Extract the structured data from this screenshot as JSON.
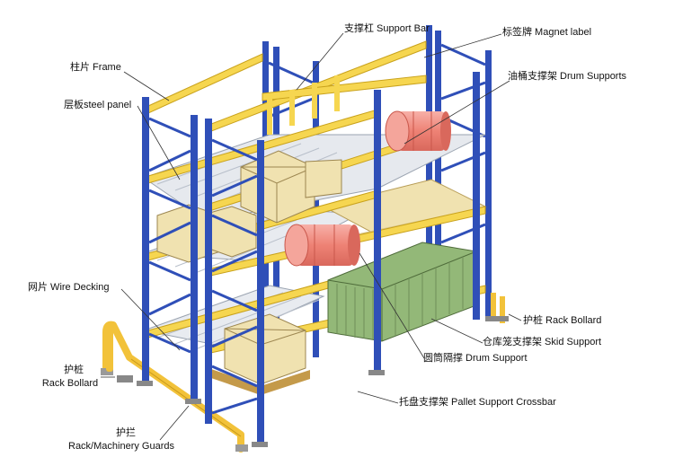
{
  "labels": {
    "support_bar": "支撑杠 Support Bar",
    "magnet_label": "标签牌 Magnet label",
    "frame": "柱片 Frame",
    "drum_supports": "油桶支撑架 Drum Supports",
    "steel_panel": "层板steel panel",
    "wire_decking": "网片 Wire Decking",
    "rack_bollard_right": "护桩 Rack Bollard",
    "skid_support": "仓库笼支撑架 Skid Support",
    "drum_support": "圆筒隔撑 Drum Support",
    "rack_bollard_left_cn": "护桩",
    "rack_bollard_left_en": "Rack Bollard",
    "pallet_support": "托盘支撑架 Pallet Support  Crossbar",
    "guards_cn": "护拦",
    "guards_en": "Rack/Machinery Guards"
  },
  "colors": {
    "upright": "#2f4fb8",
    "beam": "#f6d650",
    "beam_edge": "#c9a21c",
    "drum": "#f08a80",
    "box": "#f0e2b0",
    "cage": "#93b878",
    "guard": "#f2c23a",
    "leader": "#333333"
  }
}
